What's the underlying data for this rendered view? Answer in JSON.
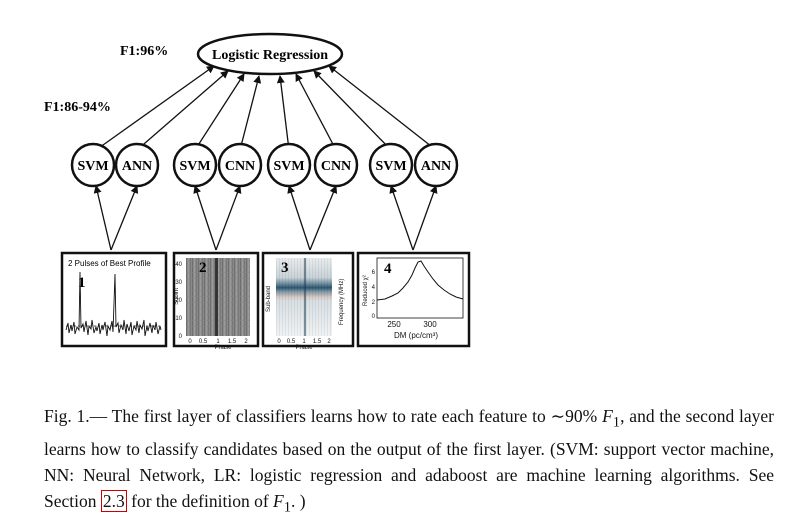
{
  "diagram": {
    "top_node": "Logistic Regression",
    "f1_top": "F1:96%",
    "f1_layer": "F1:86-94%",
    "classifiers": [
      "SVM",
      "ANN",
      "SVM",
      "CNN",
      "SVM",
      "CNN",
      "SVM",
      "ANN"
    ],
    "panels": [
      {
        "number": "1",
        "title": "2 Pulses of Best Profile"
      },
      {
        "number": "2",
        "x_tick_labels": [
          "0",
          "0.5",
          "1",
          "1.5",
          "2"
        ],
        "y_tick_labels": [
          "0",
          "10",
          "20",
          "30",
          "40"
        ],
        "x_label": "Phase",
        "y_label": "Subint"
      },
      {
        "number": "3",
        "x_tick_labels": [
          "0",
          "0.5",
          "1",
          "1.5",
          "2"
        ],
        "x_label": "Phase",
        "y_label": "Sub-band",
        "right_label": "Frequency (MHz)"
      },
      {
        "number": "4",
        "x_tick_labels": [
          "250",
          "300"
        ],
        "y_tick_labels": [
          "0",
          "2",
          "4",
          "6"
        ],
        "x_label": "DM (pc/cm³)",
        "y_label": "Reduced χ²"
      }
    ]
  },
  "caption": {
    "lead": "Fig.   1.—",
    "text_1": " The first layer of classifiers learns how to rate each feature to ∼90% ",
    "f1_a": "F",
    "f1_a_sub": "1",
    "text_2": ", and the second layer learns how to classify candidates based on the output of the first layer. (SVM: support vector machine, NN: Neural Network, LR: logistic regression and adaboost are machine learning algorithms. See Section ",
    "section_ref": "2.3",
    "text_3": " for the definition of ",
    "f1_b": "F",
    "f1_b_sub": "1",
    "text_4": ". )"
  }
}
